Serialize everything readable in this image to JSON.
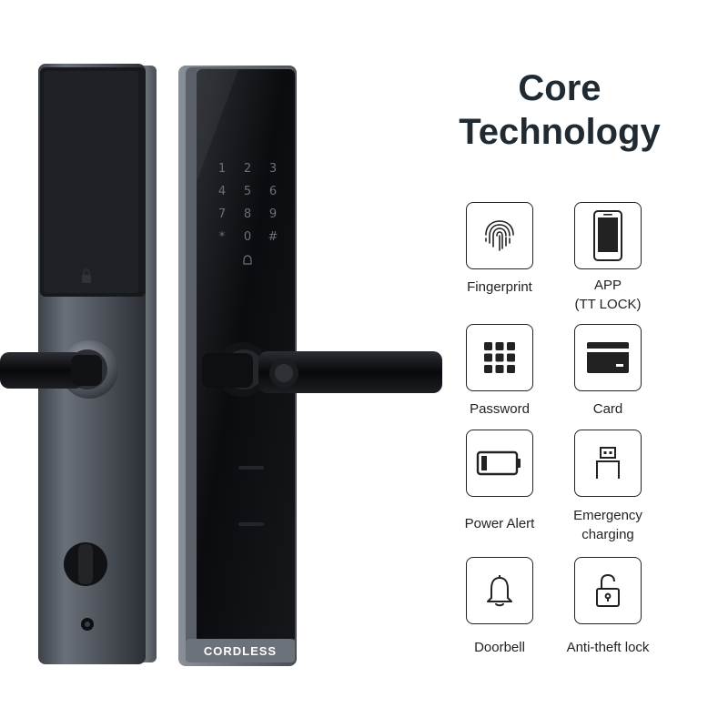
{
  "heading": {
    "line1": "Core",
    "line2": "Technology"
  },
  "features": [
    {
      "label": "Fingerprint",
      "icon": "fingerprint-icon"
    },
    {
      "label": "APP\n(TT LOCK)",
      "icon": "smartphone-icon"
    },
    {
      "label": "Password",
      "icon": "keypad-icon"
    },
    {
      "label": "Card",
      "icon": "card-icon"
    },
    {
      "label": "Power Alert",
      "icon": "battery-icon"
    },
    {
      "label": "Emergency\ncharging",
      "icon": "usb-icon"
    },
    {
      "label": "Doorbell",
      "icon": "bell-icon"
    },
    {
      "label": "Anti-theft lock",
      "icon": "unlocked-padlock-icon"
    }
  ],
  "product": {
    "brand": "CORDLESS",
    "keypad": [
      "1",
      "2",
      "3",
      "4",
      "5",
      "6",
      "7",
      "8",
      "9",
      "*",
      "0",
      "#"
    ]
  }
}
